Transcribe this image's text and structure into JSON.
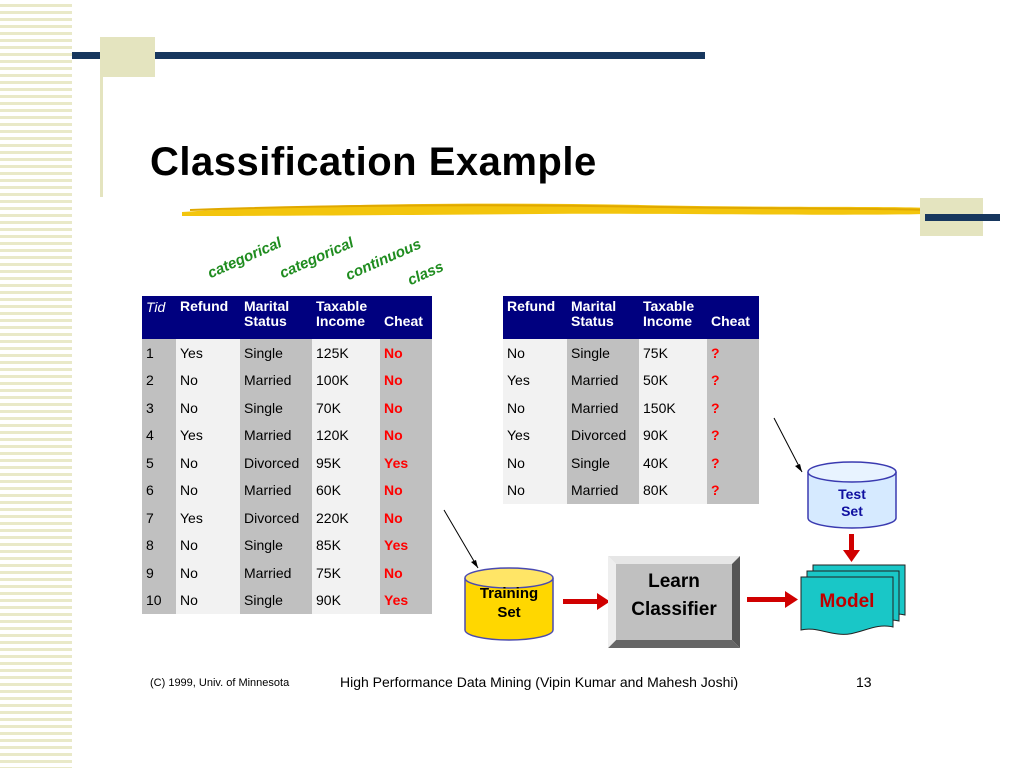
{
  "title": "Classification Example",
  "col_types": [
    "categorical",
    "categorical",
    "continuous",
    "class"
  ],
  "training": {
    "headers": [
      "Tid",
      "Refund",
      "Marital Status",
      "Taxable Income",
      "Cheat"
    ],
    "rows": [
      [
        "1",
        "Yes",
        "Single",
        "125K",
        "No"
      ],
      [
        "2",
        "No",
        "Married",
        "100K",
        "No"
      ],
      [
        "3",
        "No",
        "Single",
        "70K",
        "No"
      ],
      [
        "4",
        "Yes",
        "Married",
        "120K",
        "No"
      ],
      [
        "5",
        "No",
        "Divorced",
        "95K",
        "Yes"
      ],
      [
        "6",
        "No",
        "Married",
        "60K",
        "No"
      ],
      [
        "7",
        "Yes",
        "Divorced",
        "220K",
        "No"
      ],
      [
        "8",
        "No",
        "Single",
        "85K",
        "Yes"
      ],
      [
        "9",
        "No",
        "Married",
        "75K",
        "No"
      ],
      [
        "10",
        "No",
        "Single",
        "90K",
        "Yes"
      ]
    ]
  },
  "test": {
    "headers": [
      "Refund",
      "Marital Status",
      "Taxable Income",
      "Cheat"
    ],
    "rows": [
      [
        "No",
        "Single",
        "75K",
        "?"
      ],
      [
        "Yes",
        "Married",
        "50K",
        "?"
      ],
      [
        "No",
        "Married",
        "150K",
        "?"
      ],
      [
        "Yes",
        "Divorced",
        "90K",
        "?"
      ],
      [
        "No",
        "Single",
        "40K",
        "?"
      ],
      [
        "No",
        "Married",
        "80K",
        "?"
      ]
    ]
  },
  "diagram": {
    "training_set": [
      "Training",
      "Set"
    ],
    "learn_classifier": [
      "Learn",
      "Classifier"
    ],
    "model": "Model",
    "test_set": [
      "Test",
      "Set"
    ]
  },
  "footer": {
    "copyright": "(C) 1999, Univ. of Minnesota",
    "center": "High Performance Data Mining (Vipin Kumar and Mahesh Joshi)",
    "page": "13"
  },
  "colors": {
    "header_bg": "#00007f",
    "red": "#ff0000",
    "green": "#1f8c1f",
    "navy": "#17375e",
    "khaki": "#e4e4bf",
    "cylinder_yellow": "#ffd700",
    "cylinder_blue": "#d6eaff",
    "model_teal": "#19c7c7",
    "classifier_gray": "#c0c0c0"
  }
}
